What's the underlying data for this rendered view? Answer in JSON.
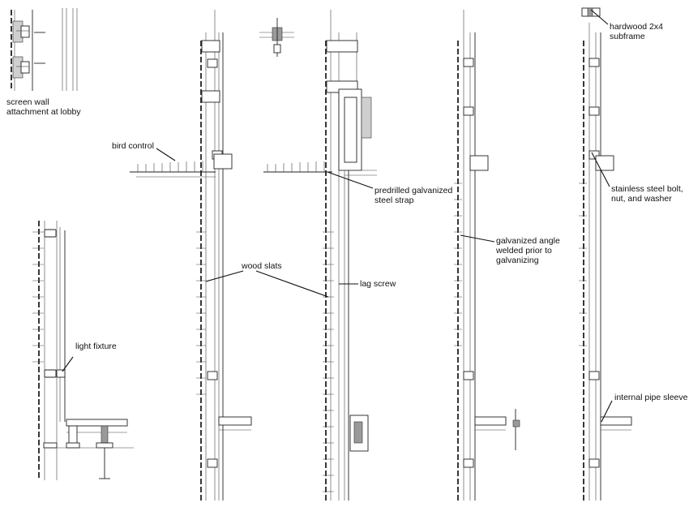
{
  "labels": {
    "screen_wall": [
      "screen wall",
      "attachment at lobby"
    ],
    "bird_control": "bird control",
    "predrilled_strap": [
      "predrilled galvanized",
      "steel strap"
    ],
    "hardwood_subframe": [
      "hardwood 2x4",
      "subframe"
    ],
    "stainless_bolt": [
      "stainless steel bolt,",
      "nut, and washer"
    ],
    "galvanized_angle": [
      "galvanized angle",
      "welded prior to",
      "galvanizing"
    ],
    "wood_slats": "wood slats",
    "lag_screw": "lag screw",
    "light_fixture": "light fixture",
    "internal_pipe_sleeve": "internal pipe sleeve"
  }
}
